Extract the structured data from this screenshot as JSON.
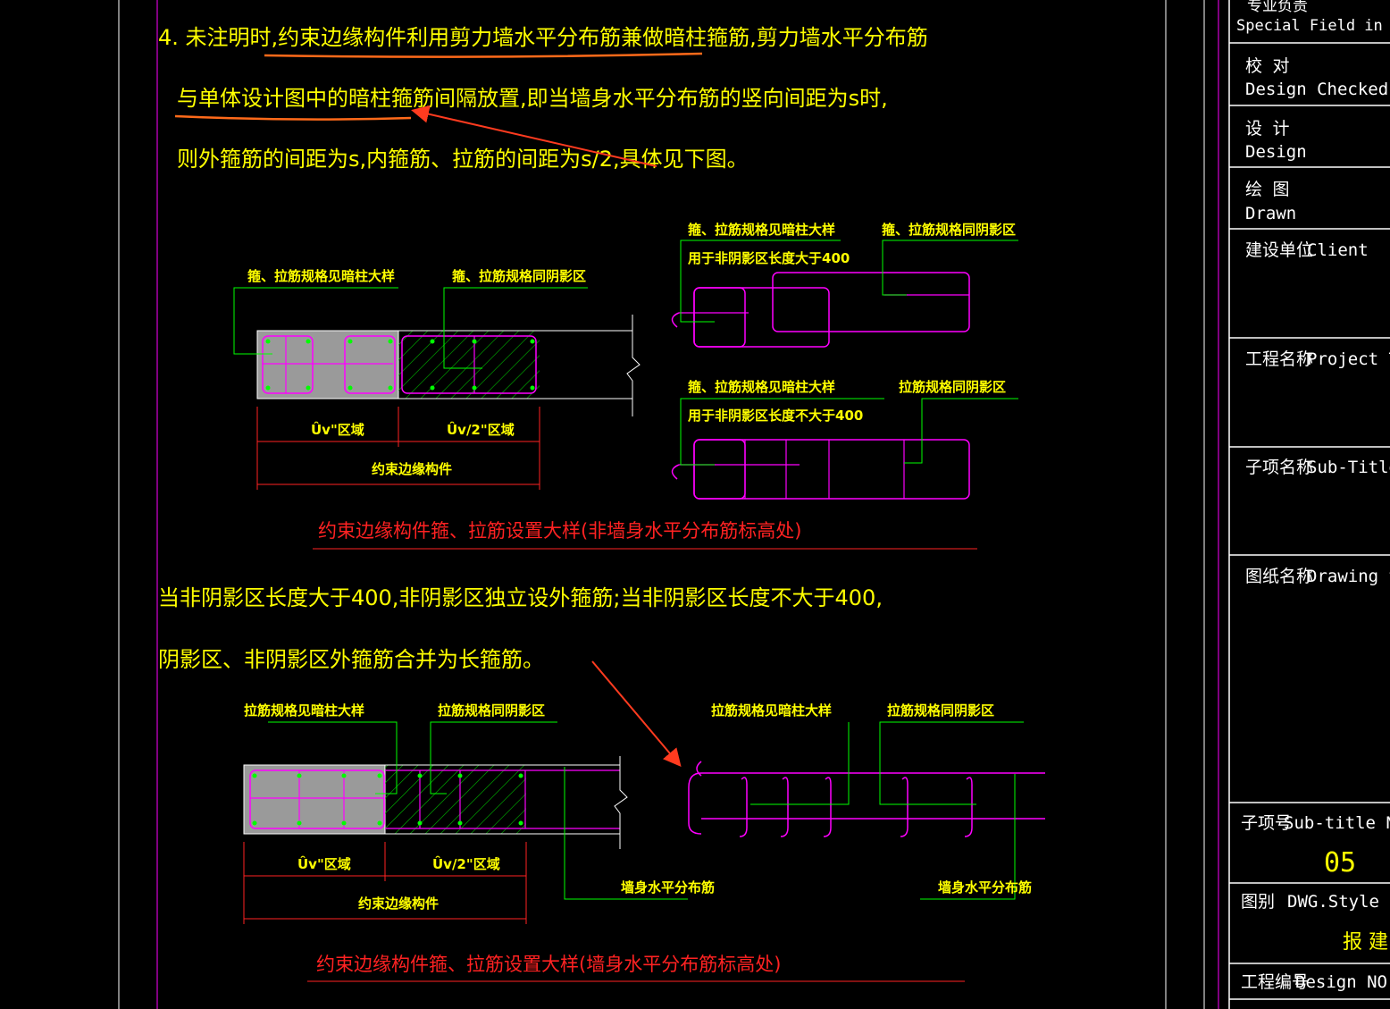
{
  "note": {
    "line1": "4. 未注明时,约束边缘构件利用剪力墙水平分布筋兼做暗柱箍筋,剪力墙水平分布筋",
    "line2": "与单体设计图中的暗柱箍筋间隔放置,即当墙身水平分布筋的竖向间距为s时,",
    "line3": "则外箍筋的间距为s,内箍筋、拉筋的间距为s/2,具体见下图。"
  },
  "detail1": {
    "label_left": "箍、拉筋规格见暗柱大样",
    "label_right": "箍、拉筋规格同阴影区",
    "zone_lc": "Ûv\"区域",
    "zone_lc2": "Ûv/2\"区域",
    "member": "约束边缘构件",
    "right_top_label_left": "箍、拉筋规格见暗柱大样",
    "right_top_label_right": "箍、拉筋规格同阴影区",
    "right_top_note": "用于非阴影区长度大于400",
    "right_bot_label_left": "箍、拉筋规格见暗柱大样",
    "right_bot_label_right": "拉筋规格同阴影区",
    "right_bot_note": "用于非阴影区长度不大于400",
    "caption": "约束边缘构件箍、拉筋设置大样(非墙身水平分布筋标高处)"
  },
  "mid_note": {
    "line1": "当非阴影区长度大于400,非阴影区独立设外箍筋;当非阴影区长度不大于400,",
    "line2": "阴影区、非阴影区外箍筋合并为长箍筋。"
  },
  "detail2": {
    "label_left": "拉筋规格见暗柱大样",
    "label_right": "拉筋规格同阴影区",
    "zone_lc": "Ûv\"区域",
    "zone_lc2": "Ûv/2\"区域",
    "member": "约束边缘构件",
    "wall_rebar": "墙身水平分布筋",
    "right_label_left": "拉筋规格见暗柱大样",
    "right_label_right": "拉筋规格同阴影区",
    "right_wall_rebar": "墙身水平分布筋",
    "caption": "约束边缘构件箍、拉筋设置大样(墙身水平分布筋标高处)"
  },
  "title_block": {
    "special_field": "专业负责",
    "special_field_en": "Special Field in Charge",
    "checked_cn": "校  对",
    "checked_en": "Design Checked",
    "design_cn": "设  计",
    "design_en": "Design",
    "drawn_cn": "绘  图",
    "drawn_en": "Drawn",
    "client_cn": "建设单位",
    "client_en": "Client",
    "project_cn": "工程名称",
    "project_en": "Project Title",
    "subtitle_cn": "子项名称",
    "subtitle_en": "Sub-Title",
    "drawing_cn": "图纸名称",
    "drawing_en": "Drawing title",
    "subno_cn": "子项号",
    "subno_en": "Sub-title NO.",
    "subno_val": "05",
    "style_cn": "图别",
    "style_en": "DWG.Style",
    "style_val": "报 建",
    "designno_cn": "工程编号",
    "designno_en": "Design NO."
  },
  "colors": {
    "text": "#ffff00",
    "rebar": "#ff00ff",
    "leader": "#00ff00",
    "caption": "#ff2222",
    "hatch": "#00cc00",
    "annotation": "#ff3b1f"
  }
}
